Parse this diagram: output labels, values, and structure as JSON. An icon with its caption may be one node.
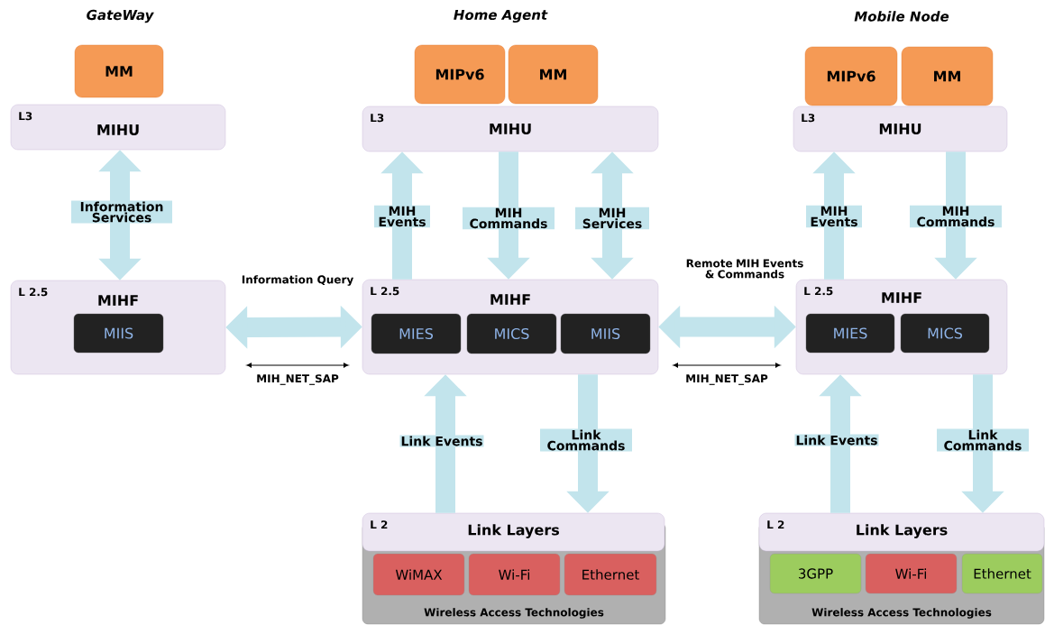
{
  "diagram": {
    "nodes": [
      {
        "text": [
          "MM"
        ]
      },
      {
        "text": [
          "L3",
          "MIHU"
        ]
      },
      {
        "text": [
          "L 2.5",
          "MIHF"
        ]
      },
      {
        "text": [
          "MIIS"
        ],
        "in": 2
      },
      {
        "text": [
          "MIPv6"
        ]
      },
      {
        "text": [
          "MM"
        ]
      },
      {
        "text": [
          "L3",
          "MIHU"
        ]
      },
      {
        "text": [
          "L 2.5",
          "MIHF"
        ]
      },
      {
        "text": [
          "MIES"
        ],
        "in": 7
      },
      {
        "text": [
          "MICS"
        ],
        "in": 7
      },
      {
        "text": [
          "MIIS"
        ],
        "in": 7
      },
      {
        "text": [
          "L 2",
          "Link Layers"
        ]
      },
      {
        "text": [
          "Wireless Access Technologies"
        ]
      },
      {
        "text": [
          "WiMAX"
        ],
        "in": 12
      },
      {
        "text": [
          "Wi-Fi"
        ],
        "in": 12
      },
      {
        "text": [
          "Ethernet"
        ],
        "in": 12
      },
      {
        "text": [
          "MIPv6"
        ]
      },
      {
        "text": [
          "MM"
        ]
      },
      {
        "text": [
          "L3",
          "MIHU"
        ]
      },
      {
        "text": [
          "L 2.5",
          "MIHF"
        ]
      },
      {
        "text": [
          "MIES"
        ],
        "in": 19
      },
      {
        "text": [
          "MICS"
        ],
        "in": 19
      },
      {
        "text": [
          "L 2",
          "Link Layers"
        ]
      },
      {
        "text": [
          "Wireless Access Technologies"
        ]
      },
      {
        "text": [
          "3GPP"
        ],
        "in": 23
      },
      {
        "text": [
          "Wi-Fi"
        ],
        "in": 23
      },
      {
        "text": [
          "Ethernet"
        ],
        "in": 23
      }
    ],
    "edges": [
      {
        "from": 1,
        "to": 2,
        "arrow": "both",
        "label": "Information Services"
      },
      {
        "from": 2,
        "to": 7,
        "arrow": "both",
        "label": "Information Query"
      },
      {
        "from": 7,
        "to": 6,
        "arrow": "to",
        "label": "MIH Events"
      },
      {
        "from": 6,
        "to": 7,
        "arrow": "to",
        "label": "MIH Commands"
      },
      {
        "from": 6,
        "to": 7,
        "arrow": "both",
        "label": "MIH Services"
      },
      {
        "from": 7,
        "to": 19,
        "arrow": "both",
        "label": "Remote MIH Events & Commands"
      },
      {
        "from": 19,
        "to": 18,
        "arrow": "to",
        "label": "MIH Events"
      },
      {
        "from": 18,
        "to": 19,
        "arrow": "to",
        "label": "MIH Commands"
      },
      {
        "from": 11,
        "to": 7,
        "arrow": "to",
        "label": "Link Events"
      },
      {
        "from": 7,
        "to": 11,
        "arrow": "to",
        "label": "Link Commands"
      },
      {
        "from": 22,
        "to": 19,
        "arrow": "to",
        "label": "Link Events"
      },
      {
        "from": 19,
        "to": 22,
        "arrow": "to",
        "label": "Link Commands"
      }
    ],
    "labels": [
      "GateWay",
      "Home Agent",
      "Mobile Node",
      "MIH_NET_SAP",
      "MIH_NET_SAP"
    ]
  }
}
